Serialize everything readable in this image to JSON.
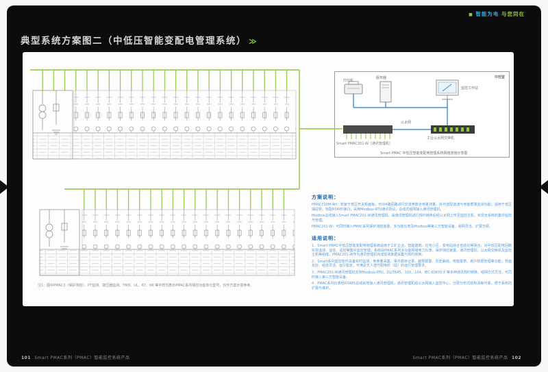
{
  "brand": {
    "bullet": "■",
    "part1": "智能为电",
    "part2": "与您同在"
  },
  "title": {
    "text": "典型系统方案图二（中低压智能变配电管理系统）",
    "arrow": "≫"
  },
  "panel": {
    "control_room": "中控室",
    "printer": "打印机",
    "server": "服务器",
    "workstation": "监控工作站",
    "ethernet": "以太网",
    "switch": "工业以太网交换机",
    "comm": "Smart PMAC201-W（通讯管理机）",
    "caption": "Smart PMAC 中低压智能变配电管理系统网络连接示意图",
    "note": "注1：图中PMAC3（保护测控）、PT监测、变压器监测、TMD、UL、6T、6R 等字样均表示PMAC系列相应功能单元型号，仅作方案示意参考。"
  },
  "description": {
    "heading": "方案说明：",
    "paragraphs": [
      "PMAC720M-4H：安装于低压开关柜面板，可对4路回路进行交流参数全电量测量，并可选配谐波与电能质量监测功能；适用于低压抽屉柜，标配RS485接口，采用Modbus-RTU通讯协议，总线式组网接入通讯管理机。",
      "Modbus总线接入Smart PMAC201-W通讯管理机，由通讯管理机进行规约转换后经以太网上传至监控主机，实现全系统的集中监控与管理。",
      "PMAC201-W：可同时接入PMAC系列保护测控装置、多功能仪表及Modbus等第三方智能设备，组网灵活、扩展方便。"
    ],
    "usage_heading": "适用说明：",
    "items": [
      "1．Smart PMAC中低压智能变配电管理系统适用于工矿企业、智能建筑、住宅小区、变电站综合自动化等场合，对中低压配电回路实现遥测、遥信、遥控等集中监控管理；系统由PMAC系列多功能网络电力仪表、保护测控装置、通讯管理机、以太网交换机及监控主机等组成，PMAC201-W作为通讯管理机完成现场数据采集与规约转换。",
      "2．Smart系列监控软件具备实时监测、电参量采集、事件顺序记录、越限报警、历史曲线、电能报表、用户权限管理等功能；界面友好、组态灵活、运行稳定，可满足无人值守配电所（站）的运行管理要求。",
      "3．PMAC201-W通讯管理机支持Modbus-RTU、DL/T645、103、104、IEC 60870-5 等多种通讯规约转换，组网方式灵活，可同时接入第三方智能设备。",
      "4．PMAC系列仪表经RS485总线就地接入通讯管理机，通讯管理机经以太网接入监控中心，分层分布式结构清晰可靠，便于系统的扩展与维护。"
    ]
  },
  "footer": {
    "left_page": "101",
    "left_text": "Smart PMAC系列（PMAC）智能监控系统产品",
    "right_text": "Smart PMAC系列（PMAC）智能监控系统产品",
    "right_page": "102"
  },
  "colors": {
    "accent_green": "#8dc63f",
    "accent_blue": "#1f7ec2",
    "text_blue": "#5b9bd5"
  }
}
